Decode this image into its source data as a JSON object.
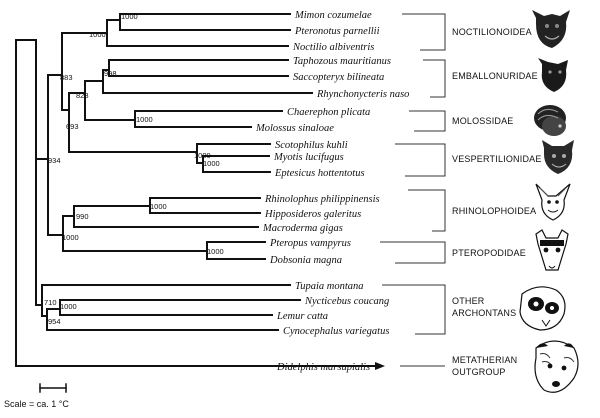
{
  "taxa": [
    "Mimon cozumelae",
    "Pteronotus parnellii",
    "Noctilio albiventris",
    "Taphozous mauritianus",
    "Saccopteryx bilineata",
    "Rhynchonycteris naso",
    "Chaerephon plicata",
    "Molossus sinaloae",
    "Scotophilus kuhli",
    "Myotis lucifugus",
    "Eptesicus hottentotus",
    "Rhinolophus philippinensis",
    "Hipposideros galeritus",
    "Macroderma gigas",
    "Pteropus vampyrus",
    "Dobsonia magna",
    "Tupaia montana",
    "Nycticebus coucang",
    "Lemur catta",
    "Cynocephalus variegatus",
    "Didelphis marsupialis"
  ],
  "groups": {
    "noctilionoidea": "NOCTILIONOIDEA",
    "emballonuridae": "EMBALLONURIDAE",
    "molossidae": "MOLOSSIDAE",
    "vespertilionidae": "VESPERTILIONIDAE",
    "rhinolophoidea": "RHINOLOPHOIDEA",
    "pteropodidae": "PTEROPODIDAE",
    "other_archontans_1": "OTHER",
    "other_archontans_2": "ARCHONTANS",
    "metatherian_1": "METATHERIAN",
    "metatherian_2": "OUTGROUP"
  },
  "bootstrap": {
    "mimon_pteronotus": "1000",
    "noctilionoidea": "1000",
    "taphozous_saccopteryx": "998",
    "emballonuridae": "828",
    "microchiroptera_core": "883",
    "molossidae": "1000",
    "molossidae_vespertilionidae": "693",
    "myotis_eptesicus": "1000",
    "vespertilionidae": "1000",
    "rhinolophus_hipposideros": "1000",
    "rhinolophoidea": "990",
    "pteropodidae": "1000",
    "rhinolophoidea_pteropodidae": "1000",
    "chiroptera": "934",
    "nycticebus_lemur": "1000",
    "other_archontans": "954",
    "archonta": "710"
  },
  "scale": {
    "label": "Scale = ca. 1 °C"
  },
  "icons": [
    "bat-head-icon",
    "bat-head-icon",
    "bat-head-icon",
    "bat-head-icon",
    "bat-head-icon",
    "fruit-bat-head-icon",
    "lemur-head-icon",
    "opossum-head-icon"
  ]
}
